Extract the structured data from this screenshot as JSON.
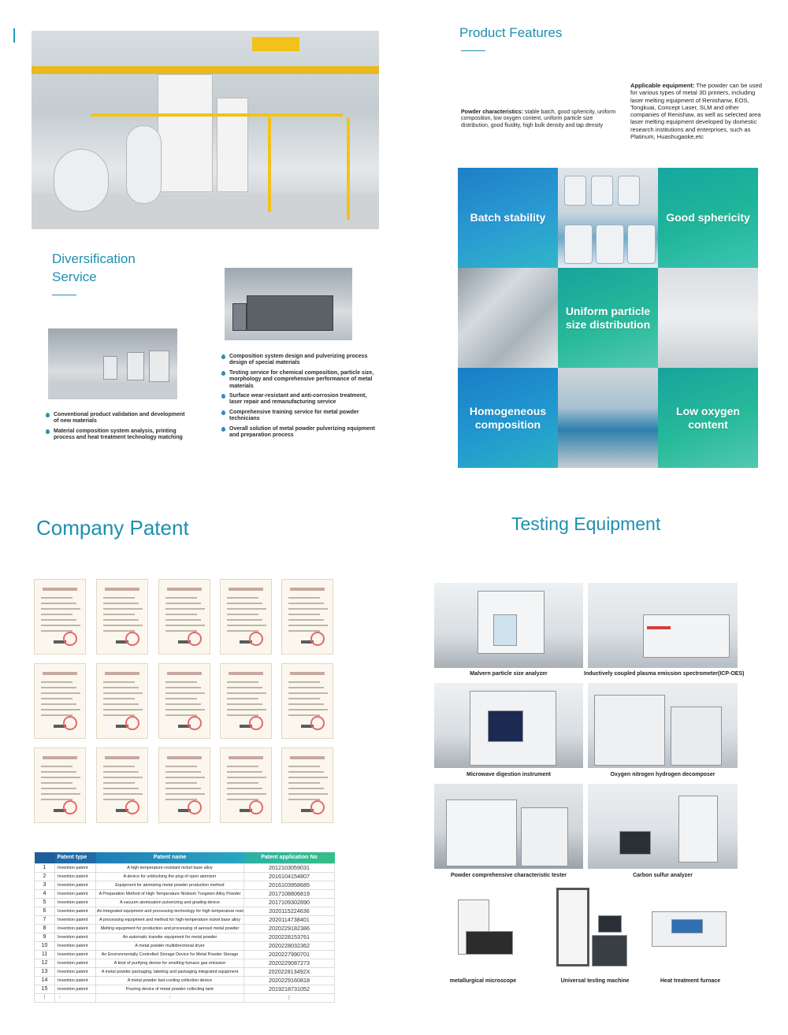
{
  "product_features": {
    "title": "Product Features",
    "powder_characteristics_label": "Powder characteristics:",
    "powder_characteristics_text": " stable batch, good sphericity, uniform composition, low oxygen content, uniform particle size distribution, good fluidity, high bulk density and tap density",
    "applicable_equipment_label": "Applicable equipment:",
    "applicable_equipment_text": " The powder can be used for various types of metal 3D printers, including laser melting equipment of Renishanw, EOS, Tongkuai, Concept Laser, SLM and other companies of Renishaw, as well as selected area laser melting equipment developed by domestic research institutions and enterprises, such as Platinum, Huashugaoke,etc"
  },
  "diversification": {
    "title_line1": "Diversification",
    "title_line2": "Service",
    "left_bullets": [
      "Conventional product validation and development of new materials",
      "Material composition system analysis, printing process and heat treatment technology matching"
    ],
    "right_bullets": [
      "Composition system design and pulverizing process design of special materials",
      "Testing service for chemical composition, particle size, morphology and comprehensive performance of metal materials",
      "Surface wear-resistant and anti-corrosion treatment, laser repair and remanufacturing service",
      "Comprehensive training service for metal powder technicians",
      "Overall solution of metal powder pulverizing equipment and preparation process"
    ]
  },
  "feature_tiles": {
    "batch_stability": "Batch stability",
    "good_sphericity": "Good sphericity",
    "uniform_psd_line1": "Uniform particle",
    "uniform_psd_line2": "size distribution",
    "homogeneous_line1": "Homogeneous",
    "homogeneous_line2": "composition",
    "low_oxygen_line1": "Low oxygen",
    "low_oxygen_line2": "content"
  },
  "company_patent": {
    "title": "Company Patent",
    "table": {
      "headers": [
        "",
        "Patent type",
        "Patent name",
        "Patent application No"
      ],
      "rows": [
        [
          "1",
          "Invention patent",
          "A high temperature resistant nickel base alloy",
          "2012103059031"
        ],
        [
          "2",
          "Invention patent",
          "A device for unblocking the plug of open atomizer",
          "2016104154807"
        ],
        [
          "3",
          "Invention patent",
          "Equipment for atomizing metal powder production method",
          "2016103958685"
        ],
        [
          "4",
          "Invention patent",
          "A Preparation Method of High Temperature Niobium Tungsten Alloy Powder",
          "2017108806819"
        ],
        [
          "5",
          "Invention patent",
          "A vacuum atomization pulverizing and grading device",
          "2017109302890"
        ],
        [
          "6",
          "Invention patent",
          "An integrated equipment and processing technology for high temperature resistant nickel base alloy",
          "2020115224636"
        ],
        [
          "7",
          "Invention patent",
          "A processing equipment and method for high-temperature nickel base alloy",
          "2020114738401"
        ],
        [
          "8",
          "Invention patent",
          "Melting equipment for production and processing of aerosol metal powder",
          "2020229182386"
        ],
        [
          "9",
          "Invention patent",
          "An automatic transfer equipment for metal powder",
          "2020228153761"
        ],
        [
          "10",
          "Invention patent",
          "A metal powder multidirectional dryer",
          "2020228032362"
        ],
        [
          "11",
          "Invention patent",
          "An Environmentally Controlled Storage Device for Metal Powder Storage",
          "2020227990701"
        ],
        [
          "12",
          "Invention patent",
          "A kind of purifying device for smelting furnace gas emission",
          "2020229087273"
        ],
        [
          "13",
          "Invention patent",
          "A metal powder packaging, labeling and packaging integrated equipment",
          "202022813492X"
        ],
        [
          "14",
          "Invention patent",
          "A metal powder fast-cooling collection device",
          "2020229160818"
        ],
        [
          "15",
          "Invention patent",
          "Pouring device of metal powder collecting tank",
          "2019218731052"
        ],
        [
          "⋮",
          "⋮",
          "⋮",
          "⋮"
        ]
      ]
    }
  },
  "testing_equipment": {
    "title": "Testing Equipment",
    "items": [
      "Malvern particle size analyzer",
      "Inductively coupled plasma emission spectrometer(ICP-OES)",
      "Microwave digestion instrument",
      "Oxygen nitrogen hydrogen decomposer",
      "Powder comprehensive characteristic tester",
      "Carbon sulfur analyzer",
      "metallurgical microscope",
      "Universal testing machine",
      "Heat treatment furnace"
    ]
  },
  "colors": {
    "accent": "#1d8fb1",
    "tile_blue": "#1e7fc7",
    "tile_teal": "#16a7a0",
    "table_header_blue": "#1f6aa7",
    "table_header_green": "#35bf86"
  }
}
